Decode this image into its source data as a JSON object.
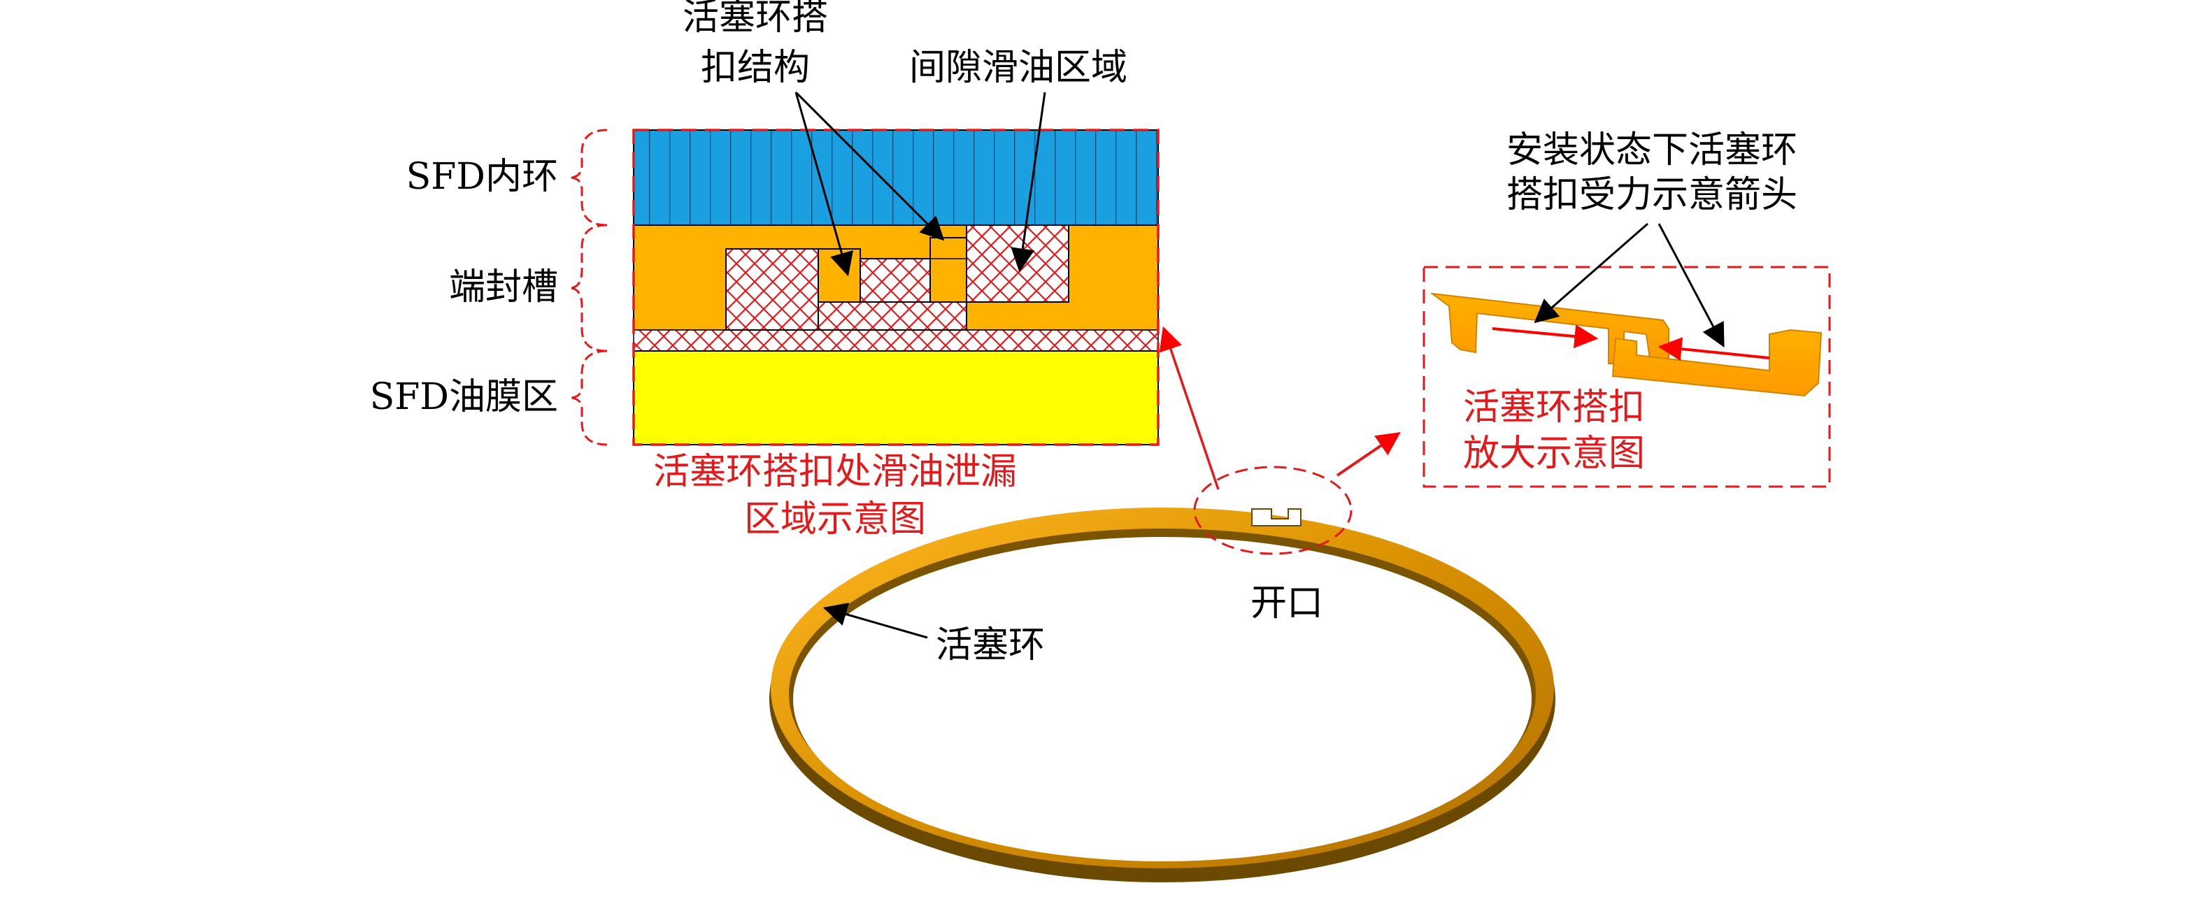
{
  "labels": {
    "sfd_inner_ring": "SFD内环",
    "end_seal_groove": "端封槽",
    "sfd_oil_film": "SFD油膜区",
    "lap_structure_line1": "活塞环搭",
    "lap_structure_line2": "扣结构",
    "gap_oil_region": "间隙滑油区域",
    "leak_caption_line1": "活塞环搭扣处滑油泄漏",
    "leak_caption_line2": "区域示意图",
    "install_force_line1": "安装状态下活塞环",
    "install_force_line2": "搭扣受力示意箭头",
    "zoom_caption_line1": "活塞环搭扣",
    "zoom_caption_line2": "放大示意图",
    "opening": "开口",
    "piston_ring": "活塞环"
  },
  "colors": {
    "inner_ring_blue": "#1aa0e0",
    "groove_orange": "#ffb300",
    "oil_film_yellow": "#ffff00",
    "hatch_red": "#e31a1c",
    "ring_gold": "#f0a010",
    "ring_dark": "#6b4a00"
  }
}
